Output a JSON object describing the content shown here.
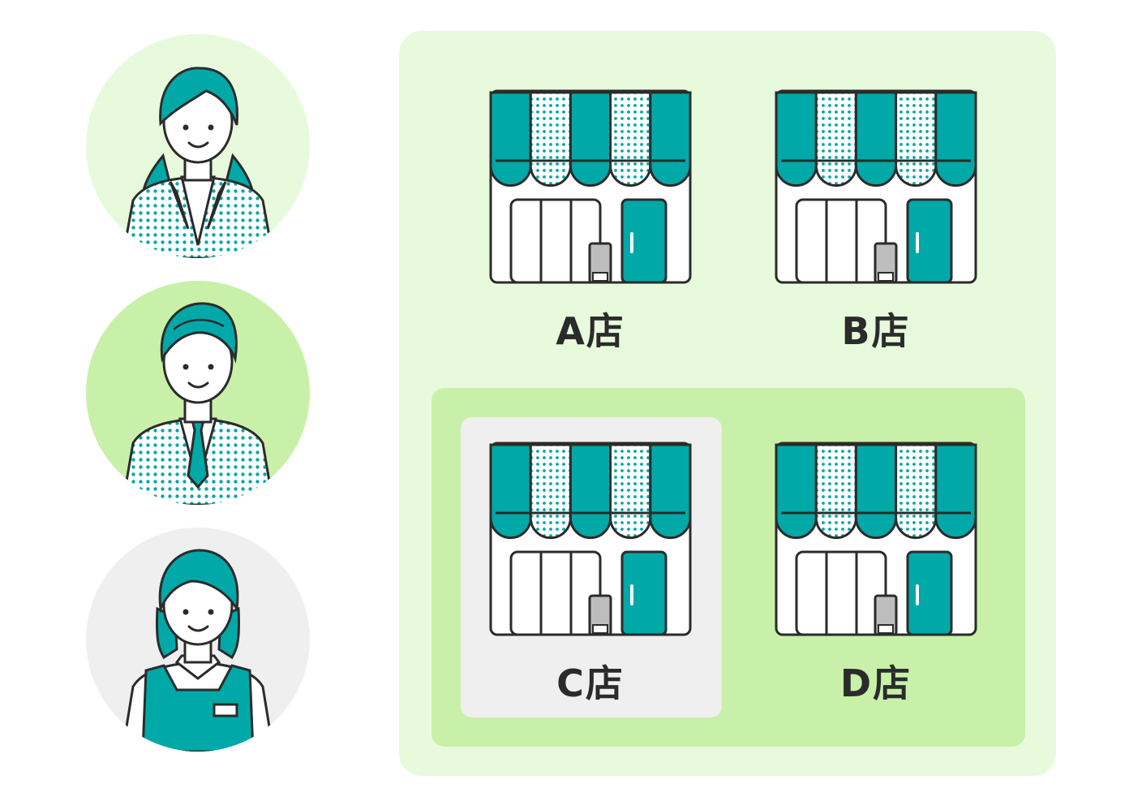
{
  "colors": {
    "teal": "#00a8a8",
    "outline": "#2b2b2b",
    "pale_green": "#e7fbdc",
    "mid_green": "#c9f0a8",
    "light_gray": "#efefef",
    "white": "#ffffff",
    "door_gray": "#bdbdbd"
  },
  "people": [
    {
      "role": "woman-in-blazer",
      "bg": "pale_green"
    },
    {
      "role": "man-in-suit",
      "bg": "mid_green"
    },
    {
      "role": "woman-in-apron",
      "bg": "light_gray"
    }
  ],
  "stores": [
    {
      "label": "A店"
    },
    {
      "label": "B店"
    },
    {
      "label": "C店"
    },
    {
      "label": "D店"
    }
  ]
}
